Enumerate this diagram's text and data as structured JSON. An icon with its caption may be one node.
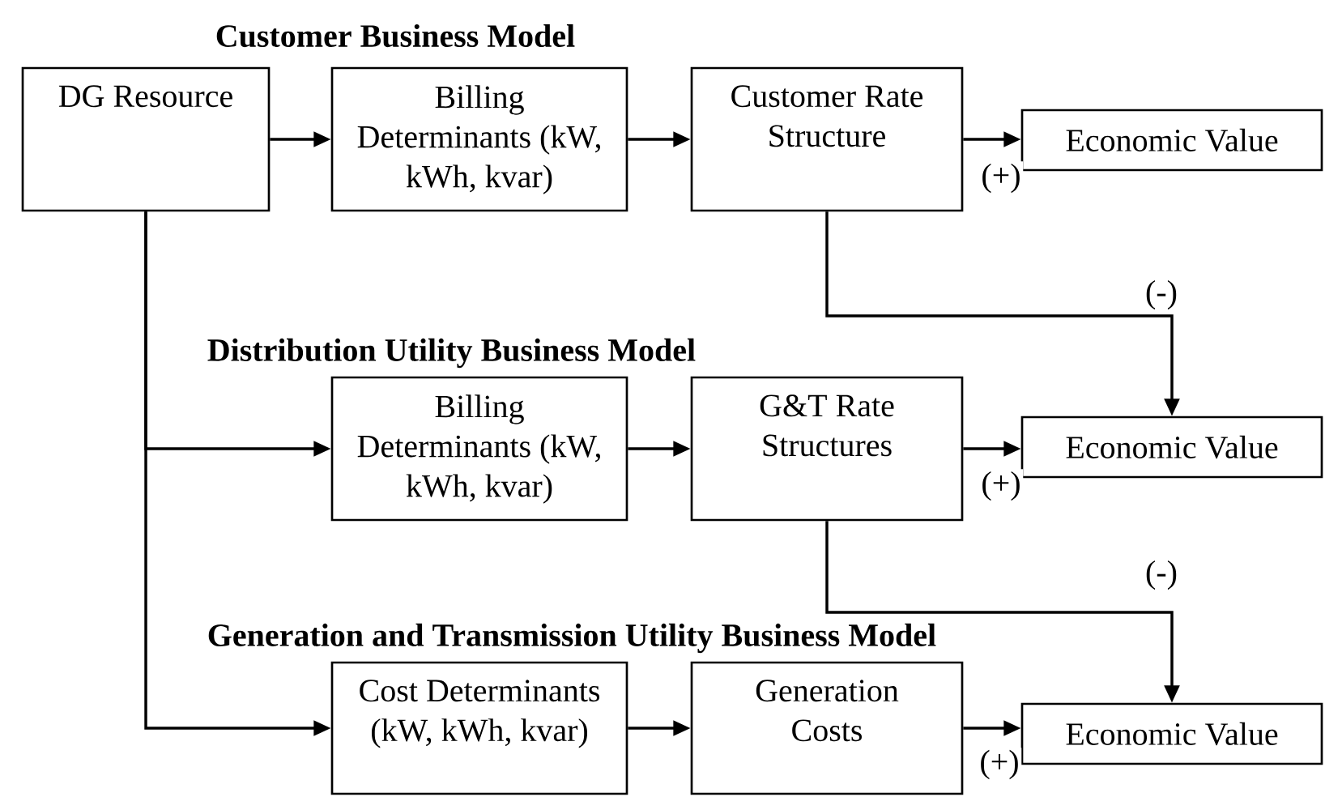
{
  "diagram": {
    "nodes": [
      {
        "text": [
          "DG Resource"
        ]
      },
      {
        "text": [
          "Billing Determinants (kW, kWh, kvar)"
        ]
      },
      {
        "text": [
          "Customer Rate Structure"
        ]
      },
      {
        "text": [
          "Economic Value"
        ]
      },
      {
        "text": [
          "Billing Determinants (kW, kWh, kvar)"
        ]
      },
      {
        "text": [
          "G&T Rate Structures"
        ]
      },
      {
        "text": [
          "Economic Value"
        ]
      },
      {
        "text": [
          "Cost Determinants (kW, kWh, kvar)"
        ]
      },
      {
        "text": [
          "Generation Costs"
        ]
      },
      {
        "text": [
          "Economic Value"
        ]
      }
    ],
    "edges": [
      {
        "from": 0,
        "to": 1,
        "arrow": "to"
      },
      {
        "from": 1,
        "to": 2,
        "arrow": "to"
      },
      {
        "from": 2,
        "to": 3,
        "arrow": "to",
        "label": "(+)"
      },
      {
        "from": 2,
        "to": 6,
        "arrow": "to",
        "label": "(-)"
      },
      {
        "from": 0,
        "to": 4,
        "arrow": "to"
      },
      {
        "from": 4,
        "to": 5,
        "arrow": "to"
      },
      {
        "from": 5,
        "to": 6,
        "arrow": "to",
        "label": "(+)"
      },
      {
        "from": 5,
        "to": 9,
        "arrow": "to",
        "label": "(-)"
      },
      {
        "from": 0,
        "to": 7,
        "arrow": "to"
      },
      {
        "from": 7,
        "to": 8,
        "arrow": "to"
      },
      {
        "from": 8,
        "to": 9,
        "arrow": "to",
        "label": "(+)"
      }
    ],
    "labels": [
      "Customer Business Model",
      "Distribution Utility Business Model",
      "Generation and Transmission Utility Business Model"
    ]
  }
}
